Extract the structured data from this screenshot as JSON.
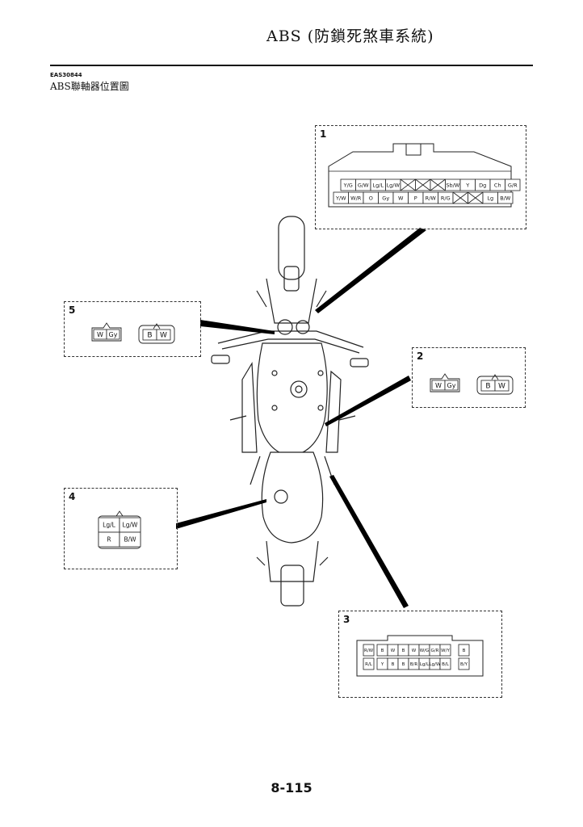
{
  "header": {
    "title": "ABS (防鎖死煞車系統)"
  },
  "doc_code": "EAS30844",
  "section_title": "ABS聯軸器位置圖",
  "page_number": "8-115",
  "connectors": {
    "c1": {
      "number": "1",
      "top_row": [
        "Y/G",
        "G/W",
        "Lg/L",
        "Lg/W",
        "",
        "",
        "",
        "Sb/W",
        "Y",
        "Dg",
        "Ch",
        "G/R"
      ],
      "bottom_row": [
        "Y/W",
        "W/R",
        "O",
        "Gy",
        "W",
        "P",
        "R/W",
        "R/G",
        "",
        "",
        "Lg",
        "B/W"
      ]
    },
    "c2": {
      "number": "2",
      "left": [
        "W",
        "Gy"
      ],
      "right": [
        "B",
        "W"
      ]
    },
    "c3": {
      "number": "3",
      "top_row": [
        "R/W",
        "B",
        "W",
        "B",
        "W",
        "W/G",
        "G/R",
        "W/Y",
        "B"
      ],
      "bottom_row": [
        "R/L",
        "Y",
        "B",
        "B",
        "B/R",
        "Lg/L",
        "Lg/W",
        "B/L",
        "B/Y"
      ]
    },
    "c4": {
      "number": "4",
      "cells": [
        "Lg/L",
        "Lg/W",
        "R",
        "B/W"
      ]
    },
    "c5": {
      "number": "5",
      "left": [
        "W",
        "Gy"
      ],
      "right": [
        "B",
        "W"
      ]
    }
  }
}
